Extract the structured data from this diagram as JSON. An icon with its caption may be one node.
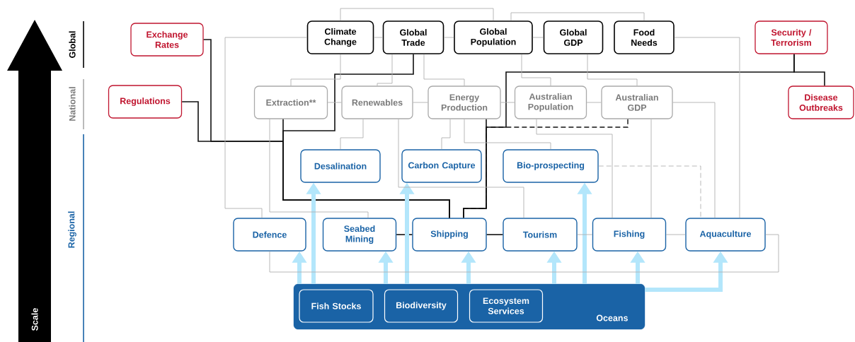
{
  "diagram": {
    "nodes": [
      {
        "text": [
          "Exchange Rates"
        ]
      },
      {
        "text": [
          "Climate Change"
        ]
      },
      {
        "text": [
          "Global Trade"
        ]
      },
      {
        "text": [
          "Global Population"
        ]
      },
      {
        "text": [
          "Global GDP"
        ]
      },
      {
        "text": [
          "Food Needs"
        ]
      },
      {
        "text": [
          "Security / Terrorism"
        ]
      },
      {
        "text": [
          "Regulations"
        ]
      },
      {
        "text": [
          "Extraction**"
        ]
      },
      {
        "text": [
          "Renewables"
        ]
      },
      {
        "text": [
          "Energy Production"
        ]
      },
      {
        "text": [
          "Australian Population"
        ]
      },
      {
        "text": [
          "Australian GDP"
        ]
      },
      {
        "text": [
          "Disease Outbreaks"
        ]
      },
      {
        "text": [
          "Desalination"
        ]
      },
      {
        "text": [
          "Carbon Capture"
        ]
      },
      {
        "text": [
          "Bio-prospecting"
        ]
      },
      {
        "text": [
          "Defence"
        ]
      },
      {
        "text": [
          "Seabed Mining"
        ]
      },
      {
        "text": [
          "Shipping"
        ]
      },
      {
        "text": [
          "Tourism"
        ]
      },
      {
        "text": [
          "Fishing"
        ]
      },
      {
        "text": [
          "Aquaculture"
        ]
      },
      {
        "text": [
          "Oceans"
        ]
      },
      {
        "text": [
          "Fish Stocks"
        ],
        "in": 23
      },
      {
        "text": [
          "Biodiversity"
        ],
        "in": 23
      },
      {
        "text": [
          "Ecosystem Services"
        ],
        "in": 23
      }
    ],
    "edges": [
      {
        "from": 0,
        "to": 19,
        "arrow": "none",
        "color": "#111111"
      },
      {
        "from": 7,
        "to": 19,
        "arrow": "none",
        "color": "#111111"
      },
      {
        "from": 2,
        "to": 19,
        "arrow": "none",
        "color": "#111111"
      },
      {
        "from": 8,
        "to": 19,
        "arrow": "none",
        "color": "#111111"
      },
      {
        "from": 10,
        "to": 19,
        "arrow": "none",
        "color": "#111111"
      },
      {
        "from": 12,
        "to": 19,
        "arrow": "none",
        "style": "dashed",
        "color": "#111111"
      },
      {
        "from": 6,
        "to": 19,
        "arrow": "none",
        "color": "#111111"
      },
      {
        "from": 6,
        "to": 13,
        "arrow": "none",
        "color": "#111111"
      },
      {
        "from": 18,
        "to": 19,
        "arrow": "none",
        "color": "#111111"
      },
      {
        "from": 19,
        "to": 20,
        "arrow": "none",
        "color": "#111111"
      },
      {
        "from": 23,
        "to": 17,
        "arrow": "to",
        "style": "thick",
        "color": "#b3e6fb"
      },
      {
        "from": 23,
        "to": 14,
        "arrow": "to",
        "style": "thick",
        "color": "#b3e6fb"
      },
      {
        "from": 23,
        "to": 18,
        "arrow": "to",
        "style": "thick",
        "color": "#b3e6fb"
      },
      {
        "from": 23,
        "to": 15,
        "arrow": "to",
        "style": "thick",
        "color": "#b3e6fb"
      },
      {
        "from": 23,
        "to": 19,
        "arrow": "to",
        "style": "thick",
        "color": "#b3e6fb"
      },
      {
        "from": 23,
        "to": 20,
        "arrow": "to",
        "style": "thick",
        "color": "#b3e6fb"
      },
      {
        "from": 23,
        "to": 16,
        "arrow": "to",
        "style": "thick",
        "color": "#b3e6fb"
      },
      {
        "from": 23,
        "to": 21,
        "arrow": "to",
        "style": "thick",
        "color": "#b3e6fb"
      },
      {
        "from": 23,
        "to": 22,
        "arrow": "to",
        "style": "thick",
        "color": "#b3e6fb"
      },
      {
        "from": 1,
        "to": 3,
        "arrow": "none"
      },
      {
        "from": 3,
        "to": 5,
        "arrow": "none"
      },
      {
        "from": 1,
        "to": 2,
        "arrow": "none"
      },
      {
        "from": 2,
        "to": 3,
        "arrow": "none"
      },
      {
        "from": 3,
        "to": 4,
        "arrow": "none"
      },
      {
        "from": 4,
        "to": 12,
        "arrow": "none"
      },
      {
        "from": 3,
        "to": 11,
        "arrow": "none"
      },
      {
        "from": 2,
        "to": 10,
        "arrow": "none"
      },
      {
        "from": 1,
        "to": 8,
        "arrow": "none"
      },
      {
        "from": 8,
        "to": 9,
        "arrow": "none"
      },
      {
        "from": 9,
        "to": 10,
        "arrow": "none"
      },
      {
        "from": 10,
        "to": 11,
        "arrow": "none"
      },
      {
        "from": 11,
        "to": 12,
        "arrow": "none"
      },
      {
        "from": 9,
        "to": 14,
        "arrow": "none"
      },
      {
        "from": 10,
        "to": 15,
        "arrow": "none"
      },
      {
        "from": 10,
        "to": 16,
        "arrow": "none"
      },
      {
        "from": 1,
        "to": 17,
        "arrow": "none"
      },
      {
        "from": 17,
        "to": 22,
        "arrow": "none"
      },
      {
        "from": 20,
        "to": 21,
        "arrow": "none"
      },
      {
        "from": 21,
        "to": 22,
        "arrow": "none"
      },
      {
        "from": 5,
        "to": 22,
        "arrow": "none"
      },
      {
        "from": 12,
        "to": 22,
        "arrow": "none"
      },
      {
        "from": 11,
        "to": 21,
        "arrow": "none"
      },
      {
        "from": 16,
        "to": 22,
        "arrow": "none",
        "style": "dashed"
      },
      {
        "from": 12,
        "to": 21,
        "arrow": "none"
      },
      {
        "from": 8,
        "to": 18,
        "arrow": "none"
      },
      {
        "from": 9,
        "to": 20,
        "arrow": "none"
      },
      {
        "from": 2,
        "to": 9,
        "arrow": "none"
      }
    ],
    "labels": [
      "Global",
      "National",
      "Regional",
      "Scale"
    ]
  }
}
